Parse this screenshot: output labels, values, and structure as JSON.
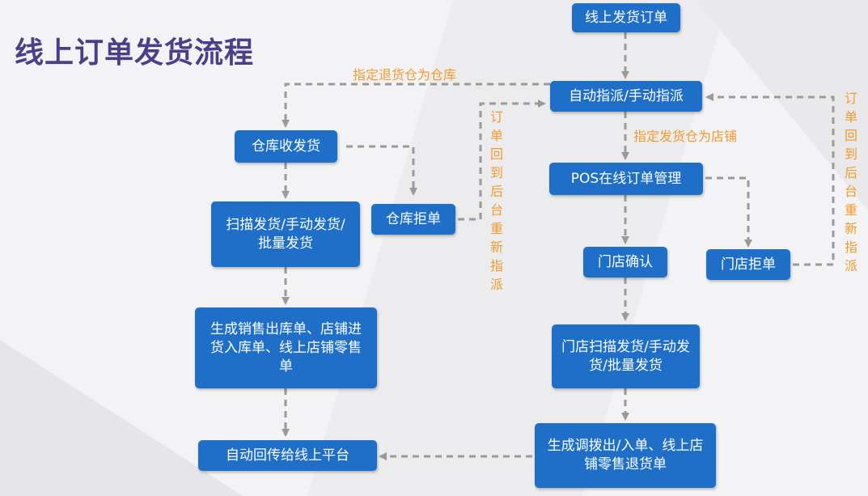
{
  "title": "线上订单发货流程",
  "nodes": {
    "online_order": "线上发货订单",
    "auto_assign": "自动指派/手动指派",
    "warehouse_ship": "仓库收发货",
    "scan_ship": "扫描发货/手动发货/批量发货",
    "gen_sales": "生成销售出库单、店铺进货入库单、线上店铺零售单",
    "auto_return": "自动回传给线上平台",
    "warehouse_reject": "仓库拒单",
    "pos_manage": "POS在线订单管理",
    "store_confirm": "门店确认",
    "store_reject": "门店拒单",
    "store_scan": "门店扫描发货/手动发货/批量发货",
    "gen_transfer": "生成调拨出/入单、线上店铺零售退货单"
  },
  "labels": {
    "return_to_warehouse": "指定退货仓为仓库",
    "ship_to_store": "指定发货仓为店铺",
    "reassign_left": "订单回到后台重新指派",
    "reassign_right": "订单回到后台重新指派"
  },
  "colors": {
    "node": "#1f6fc8",
    "arrow": "#9a9a9a",
    "label": "#f29a2e",
    "title": "#4b3f8c"
  }
}
